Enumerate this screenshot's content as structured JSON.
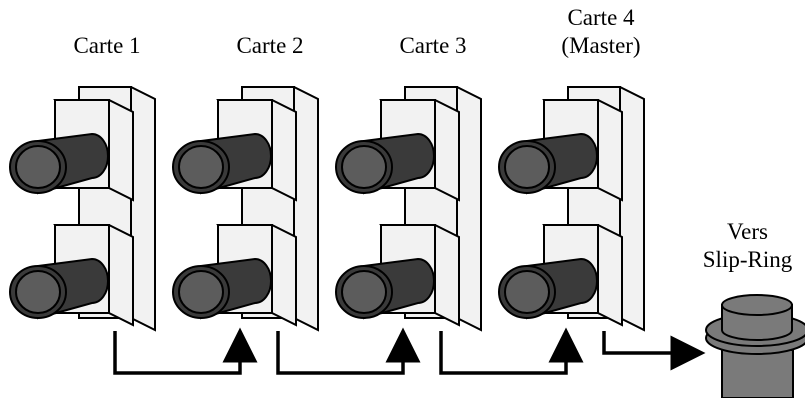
{
  "cards": [
    {
      "label_line1": "Carte 1",
      "label_line2": ""
    },
    {
      "label_line1": "Carte 2",
      "label_line2": ""
    },
    {
      "label_line1": "Carte 3",
      "label_line2": ""
    },
    {
      "label_line1": "Carte 4",
      "label_line2": "(Master)"
    }
  ],
  "slip_ring": {
    "label_line1": "Vers",
    "label_line2": "Slip-Ring"
  },
  "colors": {
    "plate": "#f2f2f2",
    "camera_body": "#3a3a3a",
    "camera_lens": "#5c5c5c",
    "slip_ring": "#7a7a7a",
    "stroke": "#000000"
  }
}
